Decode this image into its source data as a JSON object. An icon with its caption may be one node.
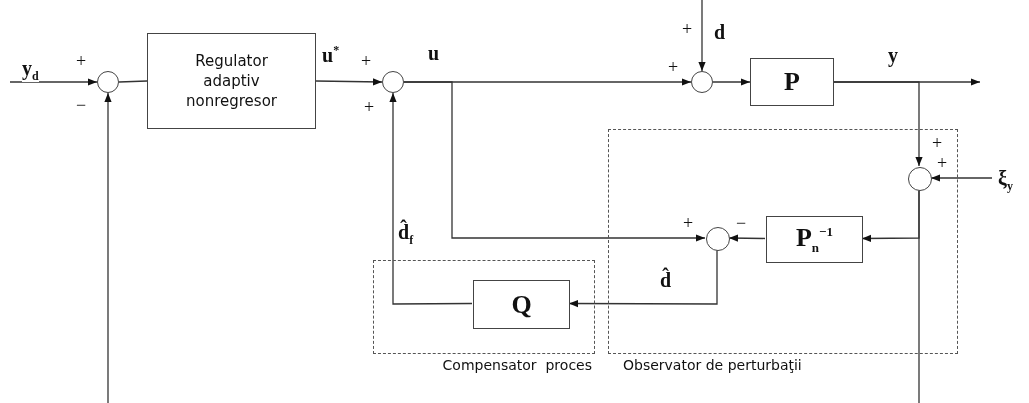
{
  "diagram": {
    "nodes": [
      {
        "text": [],
        "shape": "circle"
      },
      {
        "text": [
          "Regulator adaptiv nonregresor"
        ]
      },
      {
        "text": [],
        "shape": "circle"
      },
      {
        "text": [],
        "shape": "circle"
      },
      {
        "text": [
          "P"
        ]
      },
      {
        "text": [],
        "shape": "box",
        "beside": [
          "Observator de perturbaţii"
        ]
      },
      {
        "text": [],
        "shape": "circle",
        "in": 5
      },
      {
        "text": [
          "P$_{n}$$^{−1}$"
        ],
        "in": 5
      },
      {
        "text": [],
        "shape": "circle",
        "in": 5
      },
      {
        "text": [],
        "shape": "box",
        "beside": [
          "Compensator  proces"
        ]
      },
      {
        "text": [
          "Q"
        ],
        "in": 9
      }
    ],
    "edges": [
      {
        "from": null,
        "to": 0,
        "arrow": "to",
        "label": "y$_{d}$"
      },
      {
        "from": 0,
        "to": 1,
        "arrow": "none"
      },
      {
        "from": 1,
        "to": 2,
        "arrow": "to",
        "label": "u$^{*}$"
      },
      {
        "from": 2,
        "to": 3,
        "arrow": "to",
        "label": "u"
      },
      {
        "from": null,
        "to": 3,
        "arrow": "to",
        "label": "d"
      },
      {
        "from": 3,
        "to": 4,
        "arrow": "to"
      },
      {
        "from": 4,
        "to": null,
        "arrow": "to",
        "label": "y"
      },
      {
        "from": 4,
        "to": 6,
        "arrow": "to"
      },
      {
        "from": null,
        "to": 6,
        "arrow": "to",
        "label": "ξ$_{y}$"
      },
      {
        "from": 6,
        "to": 7,
        "arrow": "to"
      },
      {
        "from": 6,
        "to": null,
        "arrow": "none"
      },
      {
        "from": 7,
        "to": 8,
        "arrow": "to"
      },
      {
        "from": 2,
        "to": 8,
        "arrow": "to"
      },
      {
        "from": 8,
        "to": 10,
        "arrow": "to",
        "label": "d̂"
      },
      {
        "from": 10,
        "to": 2,
        "arrow": "to",
        "label": "d̂$_{f}$"
      },
      {
        "from": null,
        "to": 0,
        "arrow": "to"
      }
    ],
    "labels": [
      "+",
      "−",
      "+",
      "+",
      "+",
      "+",
      "+",
      "+",
      "+",
      "−"
    ]
  }
}
